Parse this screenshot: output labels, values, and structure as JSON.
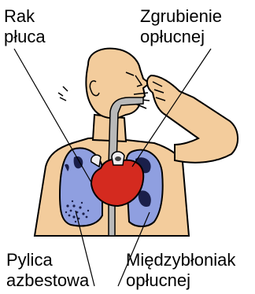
{
  "labels": {
    "lung_cancer": {
      "line1": "Rak",
      "line2": "płuca"
    },
    "pleural_thickening": {
      "line1": "Zgrubienie",
      "line2": "opłucnej"
    },
    "asbestosis": {
      "line1": "Pylica",
      "line2": "azbestowa"
    },
    "mesothelioma": {
      "line1": "Międzybłoniak",
      "line2": "opłucnej"
    }
  },
  "colors": {
    "skin": "#f3cc9c",
    "lung": "#8f9fe0",
    "heart": "#d42a1f",
    "airway": "#b9b9b9",
    "outline": "#000000"
  }
}
